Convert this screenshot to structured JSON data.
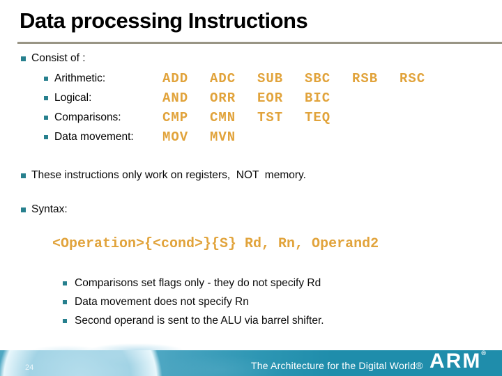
{
  "slide": {
    "title": "Data processing Instructions",
    "page_number": "24"
  },
  "colors": {
    "bullet_teal": "#27808e",
    "code_orange": "#e1a33b",
    "footer_teal": "#1f8dab",
    "title_rule_gray": "#999585"
  },
  "content": {
    "consist": {
      "label": "Consist of :",
      "rows": [
        {
          "label": "Arithmetic:",
          "mnemonics": [
            "ADD",
            "ADC",
            "SUB",
            "SBC",
            "RSB",
            "RSC"
          ]
        },
        {
          "label": "Logical:",
          "mnemonics": [
            "AND",
            "ORR",
            "EOR",
            "BIC"
          ]
        },
        {
          "label": "Comparisons:",
          "mnemonics": [
            "CMP",
            "CMN",
            "TST",
            "TEQ"
          ]
        },
        {
          "label": "Data movement:",
          "mnemonics": [
            "MOV",
            "MVN"
          ]
        }
      ]
    },
    "registers_note": "These instructions only work on registers,  NOT  memory.",
    "syntax_label": "Syntax:",
    "syntax_code": "<Operation>{<cond>}{S} Rd, Rn, Operand2",
    "notes": [
      "Comparisons set flags only - they do not specify Rd",
      "Data movement does not specify Rn",
      "Second operand is sent to the ALU via barrel shifter."
    ]
  },
  "footer": {
    "tagline": "The Architecture for the Digital World®",
    "logo_text": "ARM",
    "logo_reg": "®"
  }
}
